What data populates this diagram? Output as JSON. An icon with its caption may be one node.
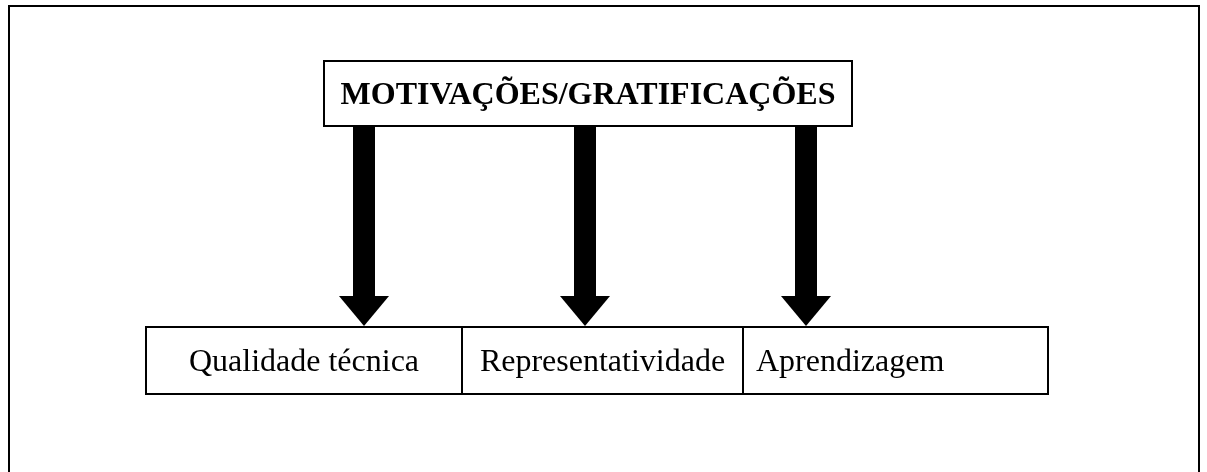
{
  "diagram": {
    "nodes": [
      {
        "text": [
          "MOTIVAÇÕES/GRATIFICAÇÕES"
        ]
      },
      {
        "text": [
          "Qualidade técnica"
        ]
      },
      {
        "text": [
          "Representatividade"
        ]
      },
      {
        "text": [
          "Aprendizagem"
        ]
      }
    ],
    "edges": [
      {
        "from": 0,
        "to": 1,
        "arrow": "to"
      },
      {
        "from": 0,
        "to": 2,
        "arrow": "to"
      },
      {
        "from": 0,
        "to": 3,
        "arrow": "to"
      }
    ]
  }
}
